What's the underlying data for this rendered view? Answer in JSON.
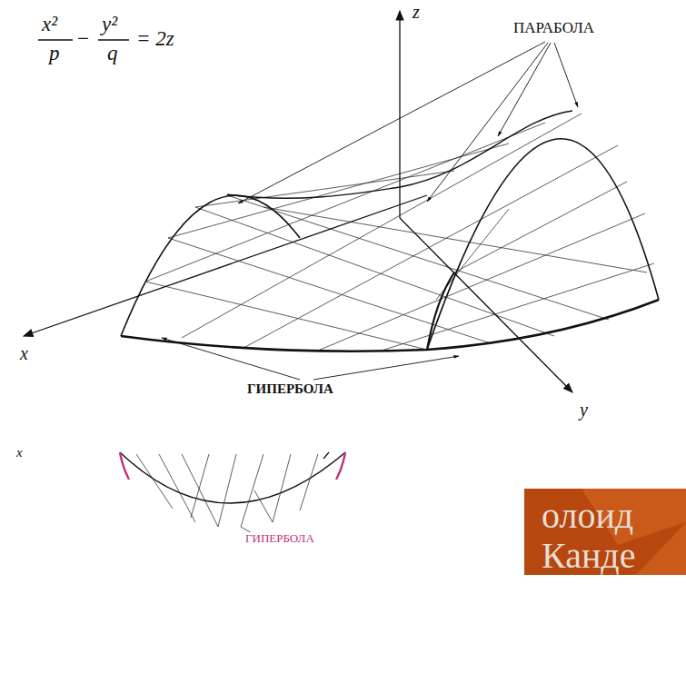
{
  "diagram": {
    "labels": [
      "x²",
      "p",
      "−",
      "y²",
      "q",
      "= 2z",
      "z",
      "ПАРАБОЛА",
      "x",
      "y",
      "ГИПЕРБОЛА",
      "x",
      "ГИПЕРБОЛА",
      "олоид",
      "Канде"
    ]
  }
}
